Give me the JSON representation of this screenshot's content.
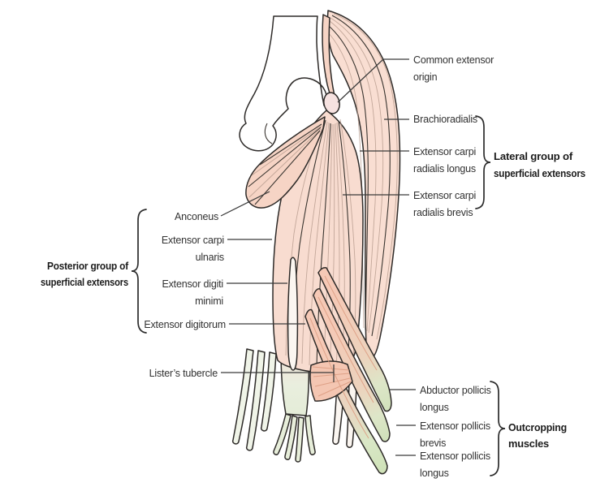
{
  "figure": {
    "description_labels": {
      "origin": {
        "l1": "Common extensor",
        "l2": "origin"
      },
      "brachioradialis": {
        "l1": "Brachioradialis"
      },
      "ecrl": {
        "l1": "Extensor carpi",
        "l2": "radialis longus"
      },
      "ecrb": {
        "l1": "Extensor carpi",
        "l2": "radialis brevis"
      },
      "anconeus": {
        "l1": "Anconeus"
      },
      "ecu": {
        "l1": "Extensor carpi",
        "l2": "ulnaris"
      },
      "edm": {
        "l1": "Extensor digiti",
        "l2": "minimi"
      },
      "ed": {
        "l1": "Extensor digitorum"
      },
      "listers": {
        "l1": "Lister’s tubercle"
      },
      "apl": {
        "l1": "Abductor pollicis",
        "l2": "longus"
      },
      "epb": {
        "l1": "Extensor pollicis",
        "l2": "brevis"
      },
      "epl": {
        "l1": "Extensor pollicis",
        "l2": "longus"
      }
    },
    "groups": {
      "lateral": {
        "l1": "Lateral group of",
        "l2": "superficial extensors"
      },
      "posterior": {
        "l1": "Posterior group of",
        "l2": "superficial extensors"
      },
      "outcropping": {
        "l1": "Outcropping",
        "l2": "muscles"
      }
    },
    "colors": {
      "outline": "#2d2a28",
      "muscle_light": "#f9ded2",
      "muscle": "#f8dcd0",
      "muscle_mid": "#f6d4c5",
      "salmon": "#f4c6b2",
      "salmon_stripe": "#dc9c82",
      "tendon_white": "#fbf6f1",
      "tendon_pale": "#f0f4e8",
      "tendon_green": "#d5e4bf",
      "tendon_green_light": "#e7eeda",
      "bone": "#ffffff",
      "origin_oval": "#f6e2e0",
      "label_text": "#323232",
      "group_text": "#1c1c1c",
      "leader": "#3a3a3a",
      "background": "#ffffff"
    }
  }
}
